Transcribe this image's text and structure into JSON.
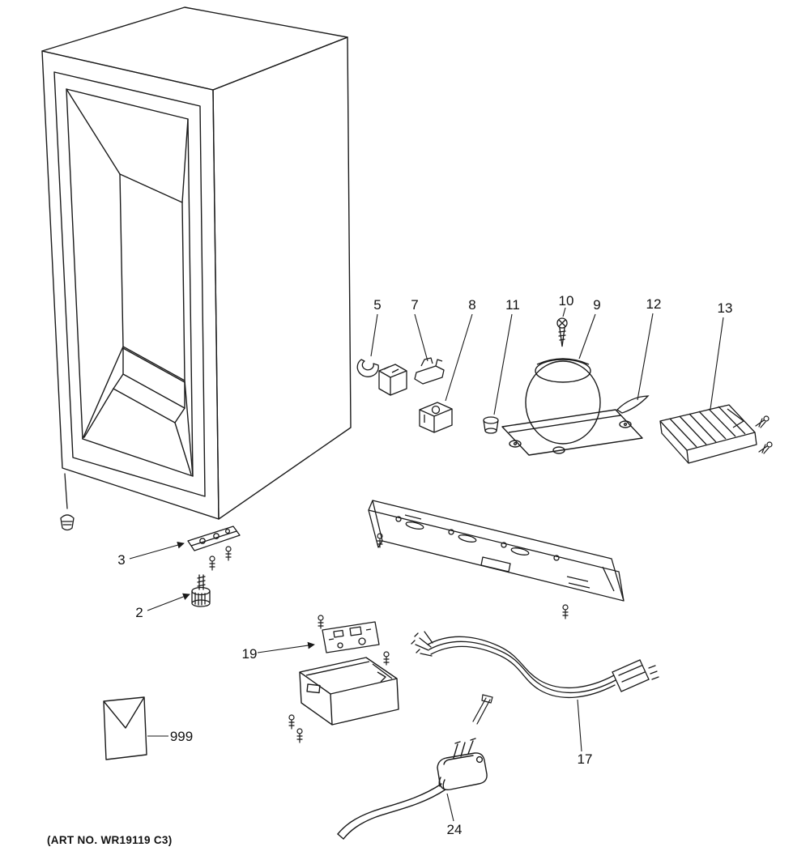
{
  "diagram": {
    "art_no": "(ART NO. WR19119 C3)",
    "parts": {
      "p2": "2",
      "p3": "3",
      "p5": "5",
      "p7": "7",
      "p8": "8",
      "p9": "9",
      "p10": "10",
      "p11": "11",
      "p12": "12",
      "p13": "13",
      "p17": "17",
      "p19": "19",
      "p24": "24",
      "p999": "999"
    },
    "colors": {
      "line": "#1a1a1a",
      "background": "#ffffff"
    }
  }
}
